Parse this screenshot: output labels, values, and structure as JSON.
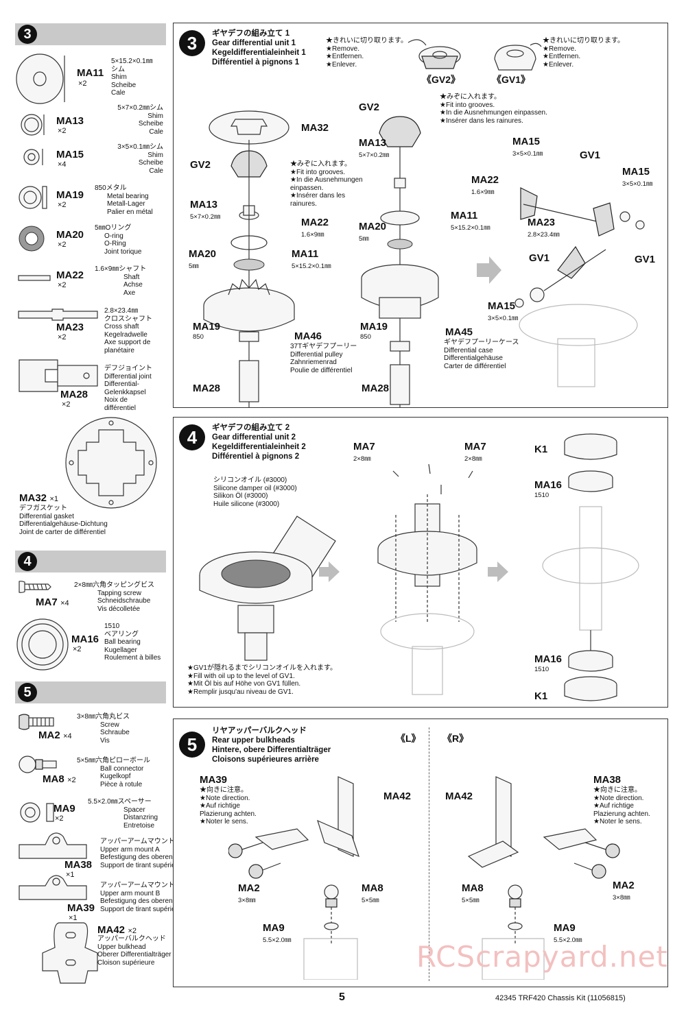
{
  "sidebar": {
    "sections": [
      {
        "num": "3"
      },
      {
        "num": "4"
      },
      {
        "num": "5"
      }
    ],
    "parts": {
      "ma11": {
        "code": "MA11",
        "qty": "×2",
        "lines": [
          "5×15.2×0.1㎜",
          "シム",
          "Shim",
          "Scheibe",
          "Cale"
        ]
      },
      "ma13": {
        "code": "MA13",
        "qty": "×2",
        "lines": [
          "5×7×0.2㎜シム",
          "Shim",
          "Scheibe",
          "Cale"
        ]
      },
      "ma15": {
        "code": "MA15",
        "qty": "×4",
        "lines": [
          "3×5×0.1㎜シム",
          "Shim",
          "Scheibe",
          "Cale"
        ]
      },
      "ma19": {
        "code": "MA19",
        "qty": "×2",
        "lines": [
          "850メタル",
          "Metal bearing",
          "Metall-Lager",
          "Palier en métal"
        ]
      },
      "ma20": {
        "code": "MA20",
        "qty": "×2",
        "lines": [
          "5㎜Oリング",
          "O-ring",
          "O-Ring",
          "Joint torique"
        ]
      },
      "ma22": {
        "code": "MA22",
        "qty": "×2",
        "lines": [
          "1.6×9㎜シャフト",
          "Shaft",
          "Achse",
          "Axe"
        ]
      },
      "ma23": {
        "code": "MA23",
        "qty": "×2",
        "lines": [
          "2.8×23.4㎜",
          "クロスシャフト",
          "Cross shaft",
          "Kegelradwelle",
          "Axe support de",
          "planétaire"
        ]
      },
      "ma28": {
        "code": "MA28",
        "qty": "×2",
        "lines": [
          "デフジョイント",
          "Differential joint",
          "Differential-",
          "Gelenkkapsel",
          "Noix de",
          "différentiel"
        ]
      },
      "ma32": {
        "code": "MA32",
        "qty": "×1",
        "lines": [
          "デフガスケット",
          "Differential gasket",
          "Differentialgehäuse-Dichtung",
          "Joint de carter de différentiel"
        ]
      },
      "ma7": {
        "code": "MA7",
        "qty": "×4",
        "lines": [
          "2×8㎜六角タッピングビス",
          "Tapping screw",
          "Schneidschraube",
          "Vis décolletée"
        ]
      },
      "ma16": {
        "code": "MA16",
        "qty": "×2",
        "lines": [
          "1510",
          "ベアリング",
          "Ball bearing",
          "Kugellager",
          "Roulement à billes"
        ]
      },
      "ma2": {
        "code": "MA2",
        "qty": "×4",
        "lines": [
          "3×8㎜六角丸ビス",
          "Screw",
          "Schraube",
          "Vis"
        ]
      },
      "ma8": {
        "code": "MA8",
        "qty": "×2",
        "lines": [
          "5×5㎜六角ピローボール",
          "Ball connector",
          "Kugelkopf",
          "Pièce à rotule"
        ]
      },
      "ma9": {
        "code": "MA9",
        "qty": "×2",
        "lines": [
          "5.5×2.0㎜スペーサー",
          "Spacer",
          "Distanzring",
          "Entretoise"
        ]
      },
      "ma38": {
        "code": "MA38",
        "qty": "×1",
        "lines": [
          "アッパーアームマウントA",
          "Upper arm mount A",
          "Befestigung des oberen Lenkers A",
          "Support de tirant supérieur A"
        ]
      },
      "ma39": {
        "code": "MA39",
        "qty": "×1",
        "lines": [
          "アッパーアームマウントB",
          "Upper arm mount B",
          "Befestigung des oberen Lenkers B",
          "Support de tirant supérieur B"
        ]
      },
      "ma42": {
        "code": "MA42",
        "qty": "×2",
        "lines": [
          "アッパーバルクヘッド",
          "Upper bulkhead",
          "Oberer Differentialträger",
          "Cloison supérieure"
        ]
      }
    }
  },
  "step3": {
    "num": "3",
    "title": [
      "ギヤデフの組み立て 1",
      "Gear differential unit 1",
      "Kegeldifferentialeinheit 1",
      "Différentiel à pignons 1"
    ],
    "remove_note": [
      "★きれいに切り取ります。",
      "★Remove.",
      "★Entfernen.",
      "★Enlever."
    ],
    "gv2_tag": "《GV2》",
    "gv1_tag": "《GV1》",
    "groove_note": [
      "★みぞに入れます。",
      "★Fit into grooves.",
      "★In die Ausnehmungen einpassen.",
      "★Insérer dans les rainures."
    ],
    "groove_note_left": [
      "★みぞに入れます。",
      "★Fit into grooves.",
      "★In die Ausnehmungen",
      "einpassen.",
      "★Insérer dans les",
      "rainures."
    ],
    "labels": {
      "ma32": "MA32",
      "gv2": "GV2",
      "ma13": "MA13",
      "ma13_dim": "5×7×0.2㎜",
      "ma22": "MA22",
      "ma22_dim": "1.6×9㎜",
      "ma20": "MA20",
      "ma20_dim": "5㎜",
      "ma11": "MA11",
      "ma11_dim": "5×15.2×0.1㎜",
      "ma19": "MA19",
      "ma19_dim": "850",
      "ma46": "MA46",
      "ma46_lines": [
        "37Tギヤデフプーリー",
        "Differential pulley",
        "Zahnriemenrad",
        "Poulie de différentiel"
      ],
      "ma28": "MA28",
      "ma45": "MA45",
      "ma45_lines": [
        "ギヤデフプーリーケース",
        "Differential case",
        "Differentialgehäuse",
        "Carter de différentiel"
      ],
      "ma15": "MA15",
      "ma15_dim": "3×5×0.1㎜",
      "gv1": "GV1",
      "ma23": "MA23",
      "ma23_dim": "2.8×23.4㎜"
    }
  },
  "step4": {
    "num": "4",
    "title": [
      "ギヤデフの組み立て 2",
      "Gear differential unit 2",
      "Kegeldifferentialeinheit 2",
      "Différentiel à pignons 2"
    ],
    "oil": [
      "シリコンオイル (#3000)",
      "Silicone damper oil (#3000)",
      "Silikon Öl (#3000)",
      "Huile silicone (#3000)"
    ],
    "fill_note": [
      "★GV1が隠れるまでシリコンオイルを入れます。",
      "★Fill with oil up to the level of GV1.",
      "★Mit Öl bis auf Höhe von GV1 füllen.",
      "★Remplir jusqu'au niveau de GV1."
    ],
    "labels": {
      "ma7": "MA7",
      "ma7_dim": "2×8㎜",
      "k1": "K1",
      "ma16": "MA16",
      "ma16_dim": "1510"
    }
  },
  "step5": {
    "num": "5",
    "title": [
      "リヤアッパーバルクヘッド",
      "Rear upper bulkheads",
      "Hintere, obere Differentialträger",
      "Cloisons supérieures arrière"
    ],
    "left_tag": "《L》",
    "right_tag": "《R》",
    "direction_note": [
      "★向きに注意。",
      "★Note direction.",
      "★Auf richtige",
      "Plazierung achten.",
      "★Noter le sens."
    ],
    "labels": {
      "ma39": "MA39",
      "ma38": "MA38",
      "ma42": "MA42",
      "ma2": "MA2",
      "ma2_dim": "3×8㎜",
      "ma8": "MA8",
      "ma8_dim": "5×5㎜",
      "ma9": "MA9",
      "ma9_dim": "5.5×2.0㎜"
    }
  },
  "footer": {
    "page": "5",
    "kit": "42345  TRF420 Chassis Kit (11056815)",
    "watermark": "RCScrapyard.net"
  }
}
